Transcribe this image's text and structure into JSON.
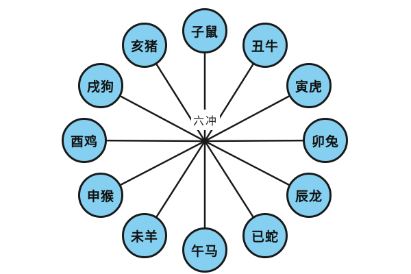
{
  "diagram": {
    "center_label": "六冲",
    "nodes": [
      {
        "id": "rat",
        "label": "子鼠"
      },
      {
        "id": "ox",
        "label": "丑牛"
      },
      {
        "id": "tiger",
        "label": "寅虎"
      },
      {
        "id": "rabbit",
        "label": "卯兔"
      },
      {
        "id": "dragon",
        "label": "辰龙"
      },
      {
        "id": "snake",
        "label": "已蛇"
      },
      {
        "id": "horse",
        "label": "午马"
      },
      {
        "id": "goat",
        "label": "未羊"
      },
      {
        "id": "monkey",
        "label": "申猴"
      },
      {
        "id": "rooster",
        "label": "酉鸡"
      },
      {
        "id": "dog",
        "label": "戌狗"
      },
      {
        "id": "pig",
        "label": "亥猪"
      }
    ],
    "colors": {
      "node_fill": "#85D0F0",
      "node_border": "#1a1a1a",
      "line": "#1a1a1a",
      "background": "#ffffff"
    }
  }
}
